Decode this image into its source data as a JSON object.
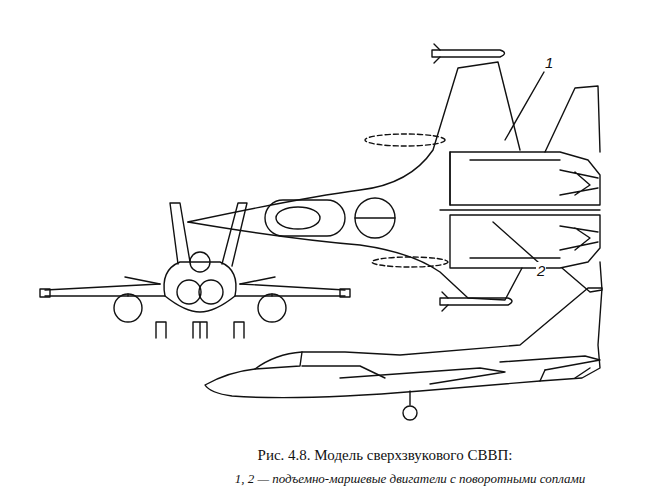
{
  "diagram": {
    "caption": "Рис. 4.8. Модель сверхзвукового СВВП:",
    "labels": [
      "1",
      "2",
      "1, 2 — подъемно-маршевые двигатели с поворотными соплами"
    ]
  }
}
